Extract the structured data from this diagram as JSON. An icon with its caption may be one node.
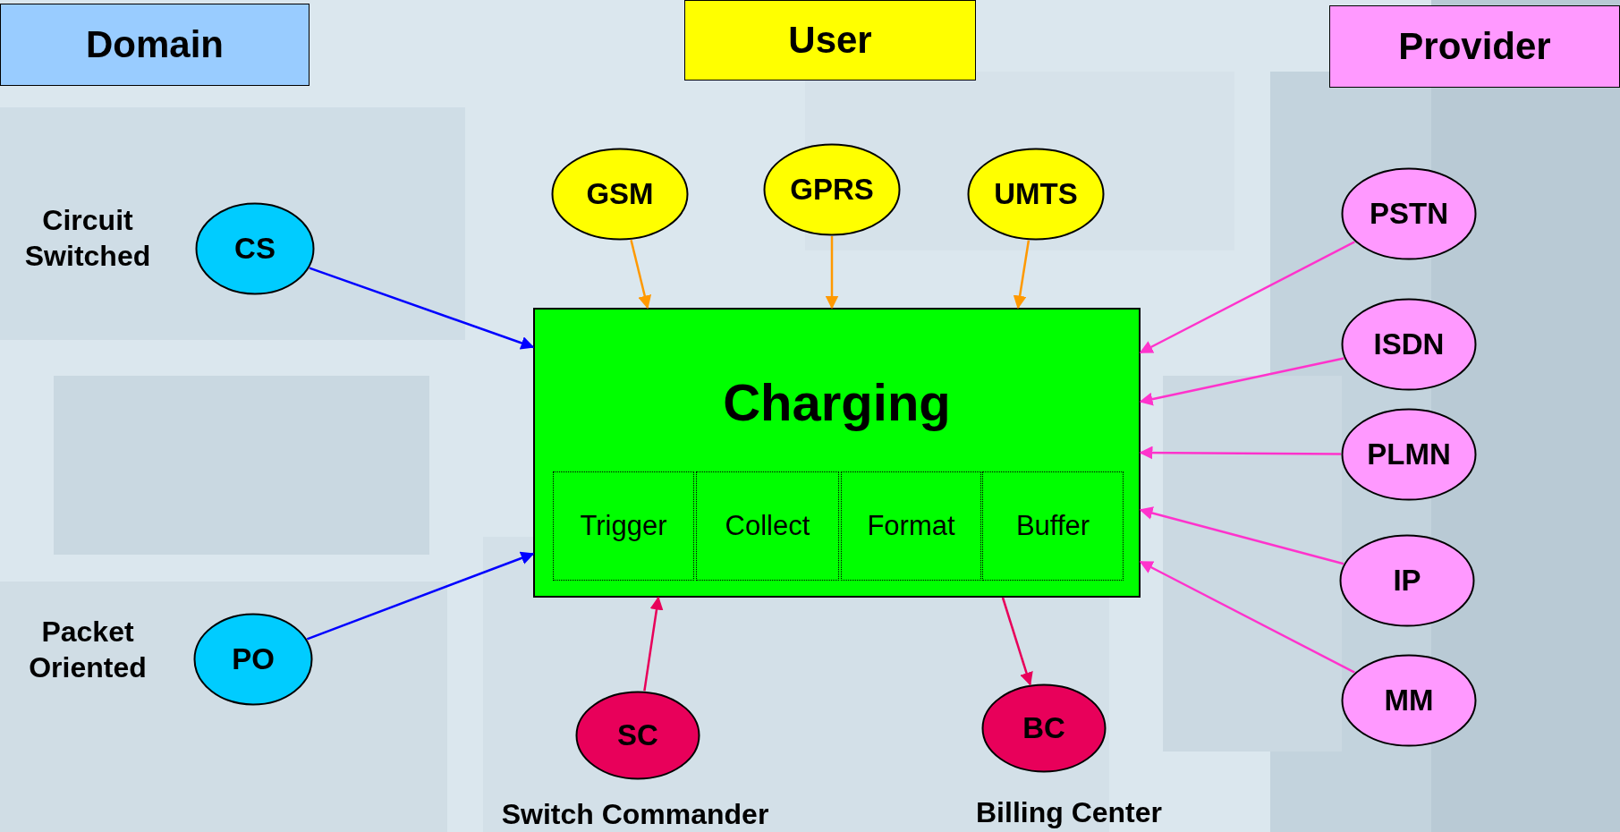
{
  "diagram": {
    "nodes": [
      {
        "text": [
          "Domain"
        ]
      },
      {
        "text": [
          "User"
        ]
      },
      {
        "text": [
          "Provider"
        ]
      },
      {
        "text": [
          "GSM"
        ]
      },
      {
        "text": [
          "GPRS"
        ]
      },
      {
        "text": [
          "UMTS"
        ]
      },
      {
        "text": [
          "CS"
        ],
        "beside": [
          "Circuit Switched"
        ]
      },
      {
        "text": [
          "PSTN"
        ]
      },
      {
        "text": [
          "Charging"
        ]
      },
      {
        "text": [
          "Trigger"
        ],
        "in": 8
      },
      {
        "text": [
          "Collect"
        ],
        "in": 8
      },
      {
        "text": [
          "Format"
        ],
        "in": 8
      },
      {
        "text": [
          "Buffer"
        ],
        "in": 8
      },
      {
        "text": [
          "ISDN"
        ]
      },
      {
        "text": [
          "PLMN"
        ]
      },
      {
        "text": [
          "IP"
        ]
      },
      {
        "text": [
          "PO"
        ],
        "beside": [
          "Packet Oriented"
        ]
      },
      {
        "text": [
          "MM"
        ]
      },
      {
        "text": [
          "SC"
        ],
        "beside": [
          "Switch Commander"
        ]
      },
      {
        "text": [
          "BC"
        ],
        "beside": [
          "Billing Center"
        ]
      }
    ],
    "edges": [
      {
        "from": 6,
        "to": 8,
        "arrow": "to",
        "color": "#0000ff"
      },
      {
        "from": 3,
        "to": 8,
        "arrow": "to",
        "color": "#ff9900"
      },
      {
        "from": 4,
        "to": 8,
        "arrow": "to",
        "color": "#ff9900"
      },
      {
        "from": 5,
        "to": 8,
        "arrow": "to",
        "color": "#ff9900"
      },
      {
        "from": 7,
        "to": 8,
        "arrow": "to"
      },
      {
        "from": 13,
        "to": 8,
        "arrow": "to"
      },
      {
        "from": 14,
        "to": 8,
        "arrow": "to"
      },
      {
        "from": 15,
        "to": 8,
        "arrow": "to"
      },
      {
        "from": 17,
        "to": 8,
        "arrow": "to"
      },
      {
        "from": 16,
        "to": 8,
        "arrow": "to",
        "color": "#0000ff"
      },
      {
        "from": 18,
        "to": 8,
        "arrow": "to",
        "color": "#e8005a"
      },
      {
        "from": 8,
        "to": 19,
        "arrow": "to",
        "color": "#e8005a"
      }
    ]
  }
}
